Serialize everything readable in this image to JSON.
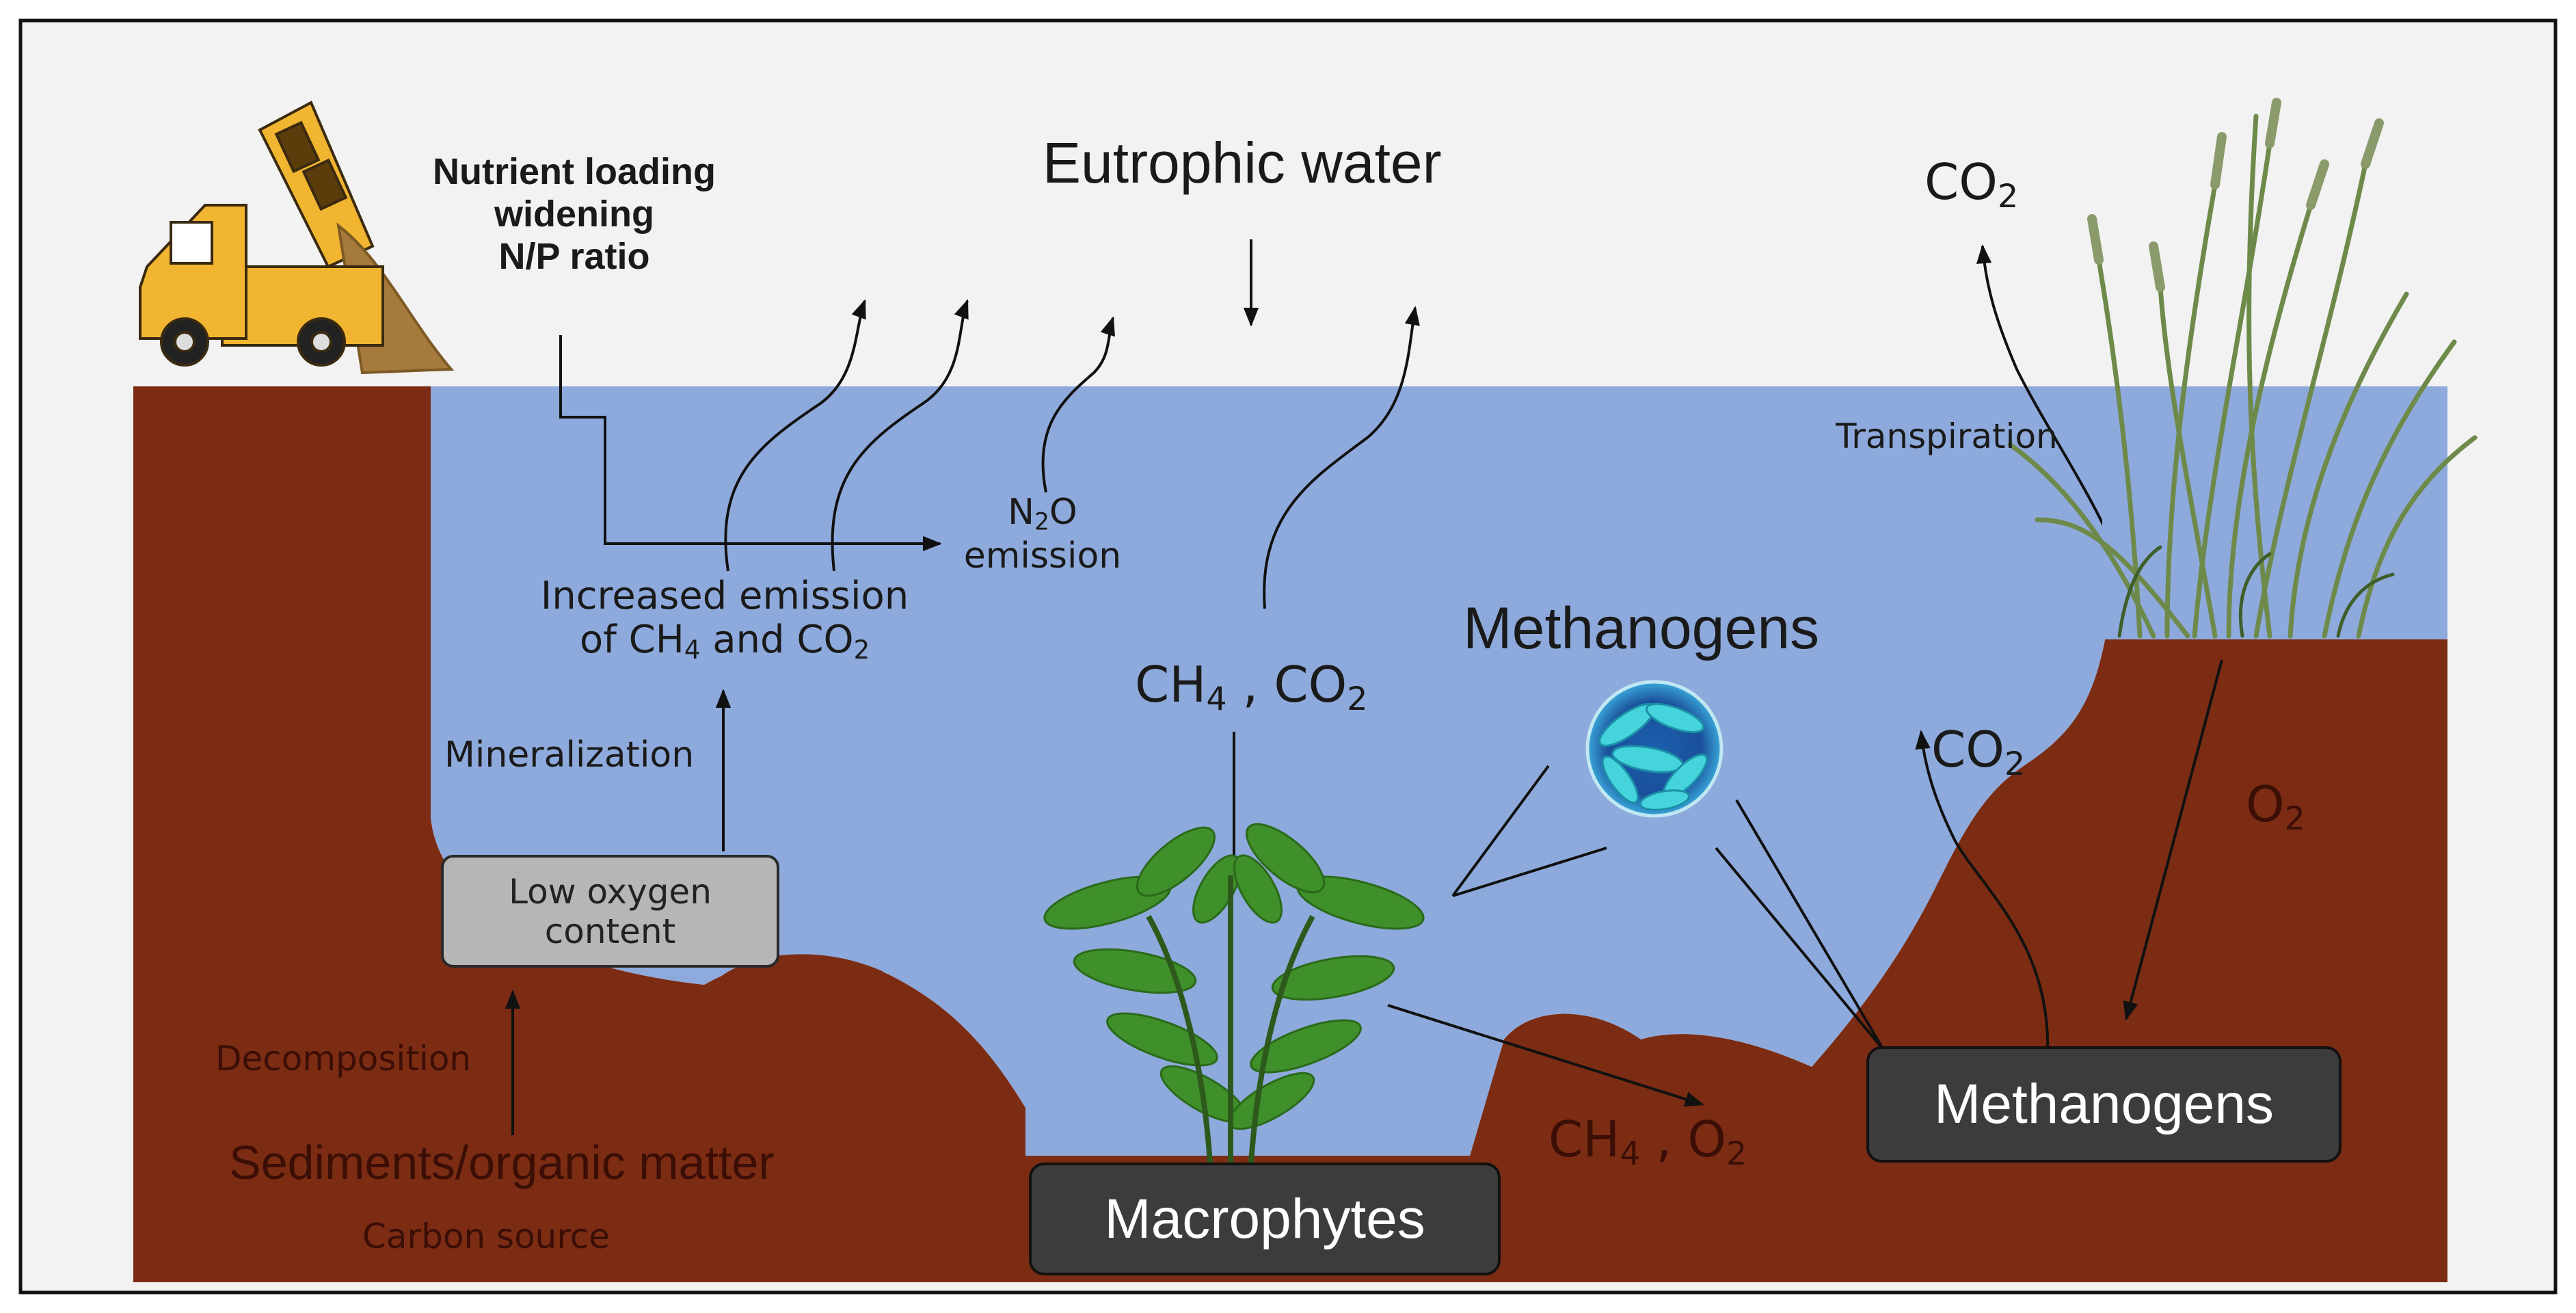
{
  "labels": {
    "title": "Eutrophic water",
    "nutrient_line1": "Nutrient loading",
    "nutrient_line2": "widening",
    "nutrient_line3": "N/P ratio",
    "co2_top": "CO",
    "co2_top_sub": "2",
    "transpiration": "Transpiration",
    "n2o_line1_a": "N",
    "n2o_line1_sub": "2",
    "n2o_line1_b": "O",
    "n2o_line2": "emission",
    "increased_line1": "Increased emission",
    "increased_line2_a": "of CH",
    "increased_line2_sub1": "4",
    "increased_line2_b": " and CO",
    "increased_line2_sub2": "2",
    "ch4co2_mid_a": "CH",
    "ch4co2_mid_sub1": "4",
    "ch4co2_mid_b": " , CO",
    "ch4co2_mid_sub2": "2",
    "methanogens_top": "Methanogens",
    "mineralization": "Mineralization",
    "low_oxygen_line1": "Low oxygen",
    "low_oxygen_line2": "content",
    "co2_right": "CO",
    "co2_right_sub": "2",
    "o2_right": "O",
    "o2_right_sub": "2",
    "decomposition": "Decomposition",
    "sediments": "Sediments/organic matter",
    "carbon_source": "Carbon source",
    "ch4o2_a": "CH",
    "ch4o2_sub1": "4",
    "ch4o2_b": " , O",
    "ch4o2_sub2": "2",
    "methanogens_box": "Methanogens",
    "macrophytes_box": "Macrophytes"
  },
  "colors": {
    "water": "#8eaadc",
    "soil": "#7b2c13",
    "background": "#f2f2f2",
    "box_dark": "#3c3c3c",
    "box_grey": "#b6b6b6",
    "truck_yellow": "#f2b531",
    "plant_green": "#3f8f2a",
    "grass_green": "#5a7a3a",
    "microbe_cyan": "#3fd0d8"
  },
  "icons": [
    "dump-truck-icon",
    "macrophyte-plant-icon",
    "reed-grass-icon",
    "methanogen-microbe-icon"
  ]
}
